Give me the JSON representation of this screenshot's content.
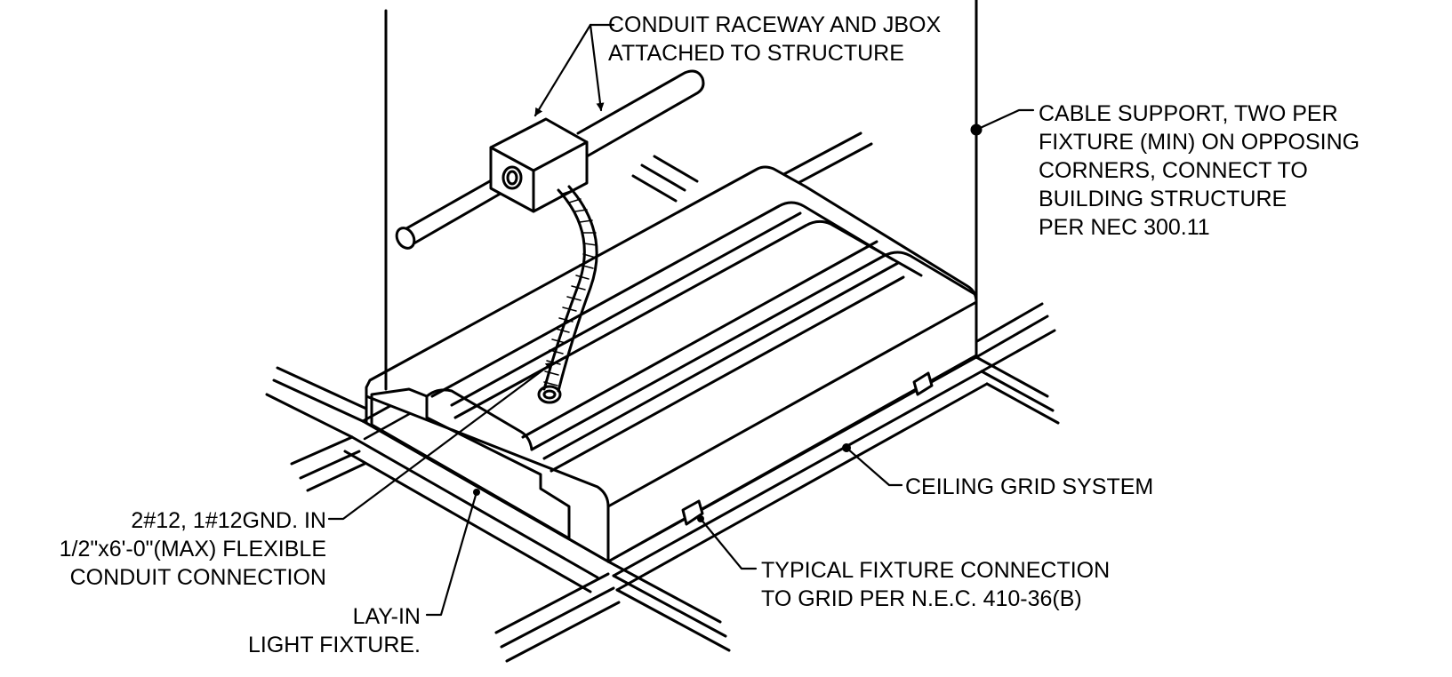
{
  "colors": {
    "ink": "#000000",
    "paper": "#ffffff"
  },
  "labels": {
    "conduit": [
      "CONDUIT RACEWAY AND JBOX",
      "ATTACHED TO STRUCTURE"
    ],
    "cable_support": [
      "CABLE SUPPORT, TWO PER",
      "FIXTURE (MIN) ON OPPOSING",
      "CORNERS, CONNECT TO",
      "BUILDING STRUCTURE",
      "PER NEC 300.11"
    ],
    "ceiling_grid": "CEILING GRID SYSTEM",
    "fixture_connection": [
      "TYPICAL FIXTURE CONNECTION",
      "TO GRID PER N.E.C. 410-36(B)"
    ],
    "flex_conduit": [
      "2#12, 1#12GND. IN",
      "1/2\"x6'-0\"(MAX) FLEXIBLE",
      "CONDUIT CONNECTION"
    ],
    "lay_in": [
      "LAY-IN",
      "LIGHT FIXTURE."
    ]
  }
}
